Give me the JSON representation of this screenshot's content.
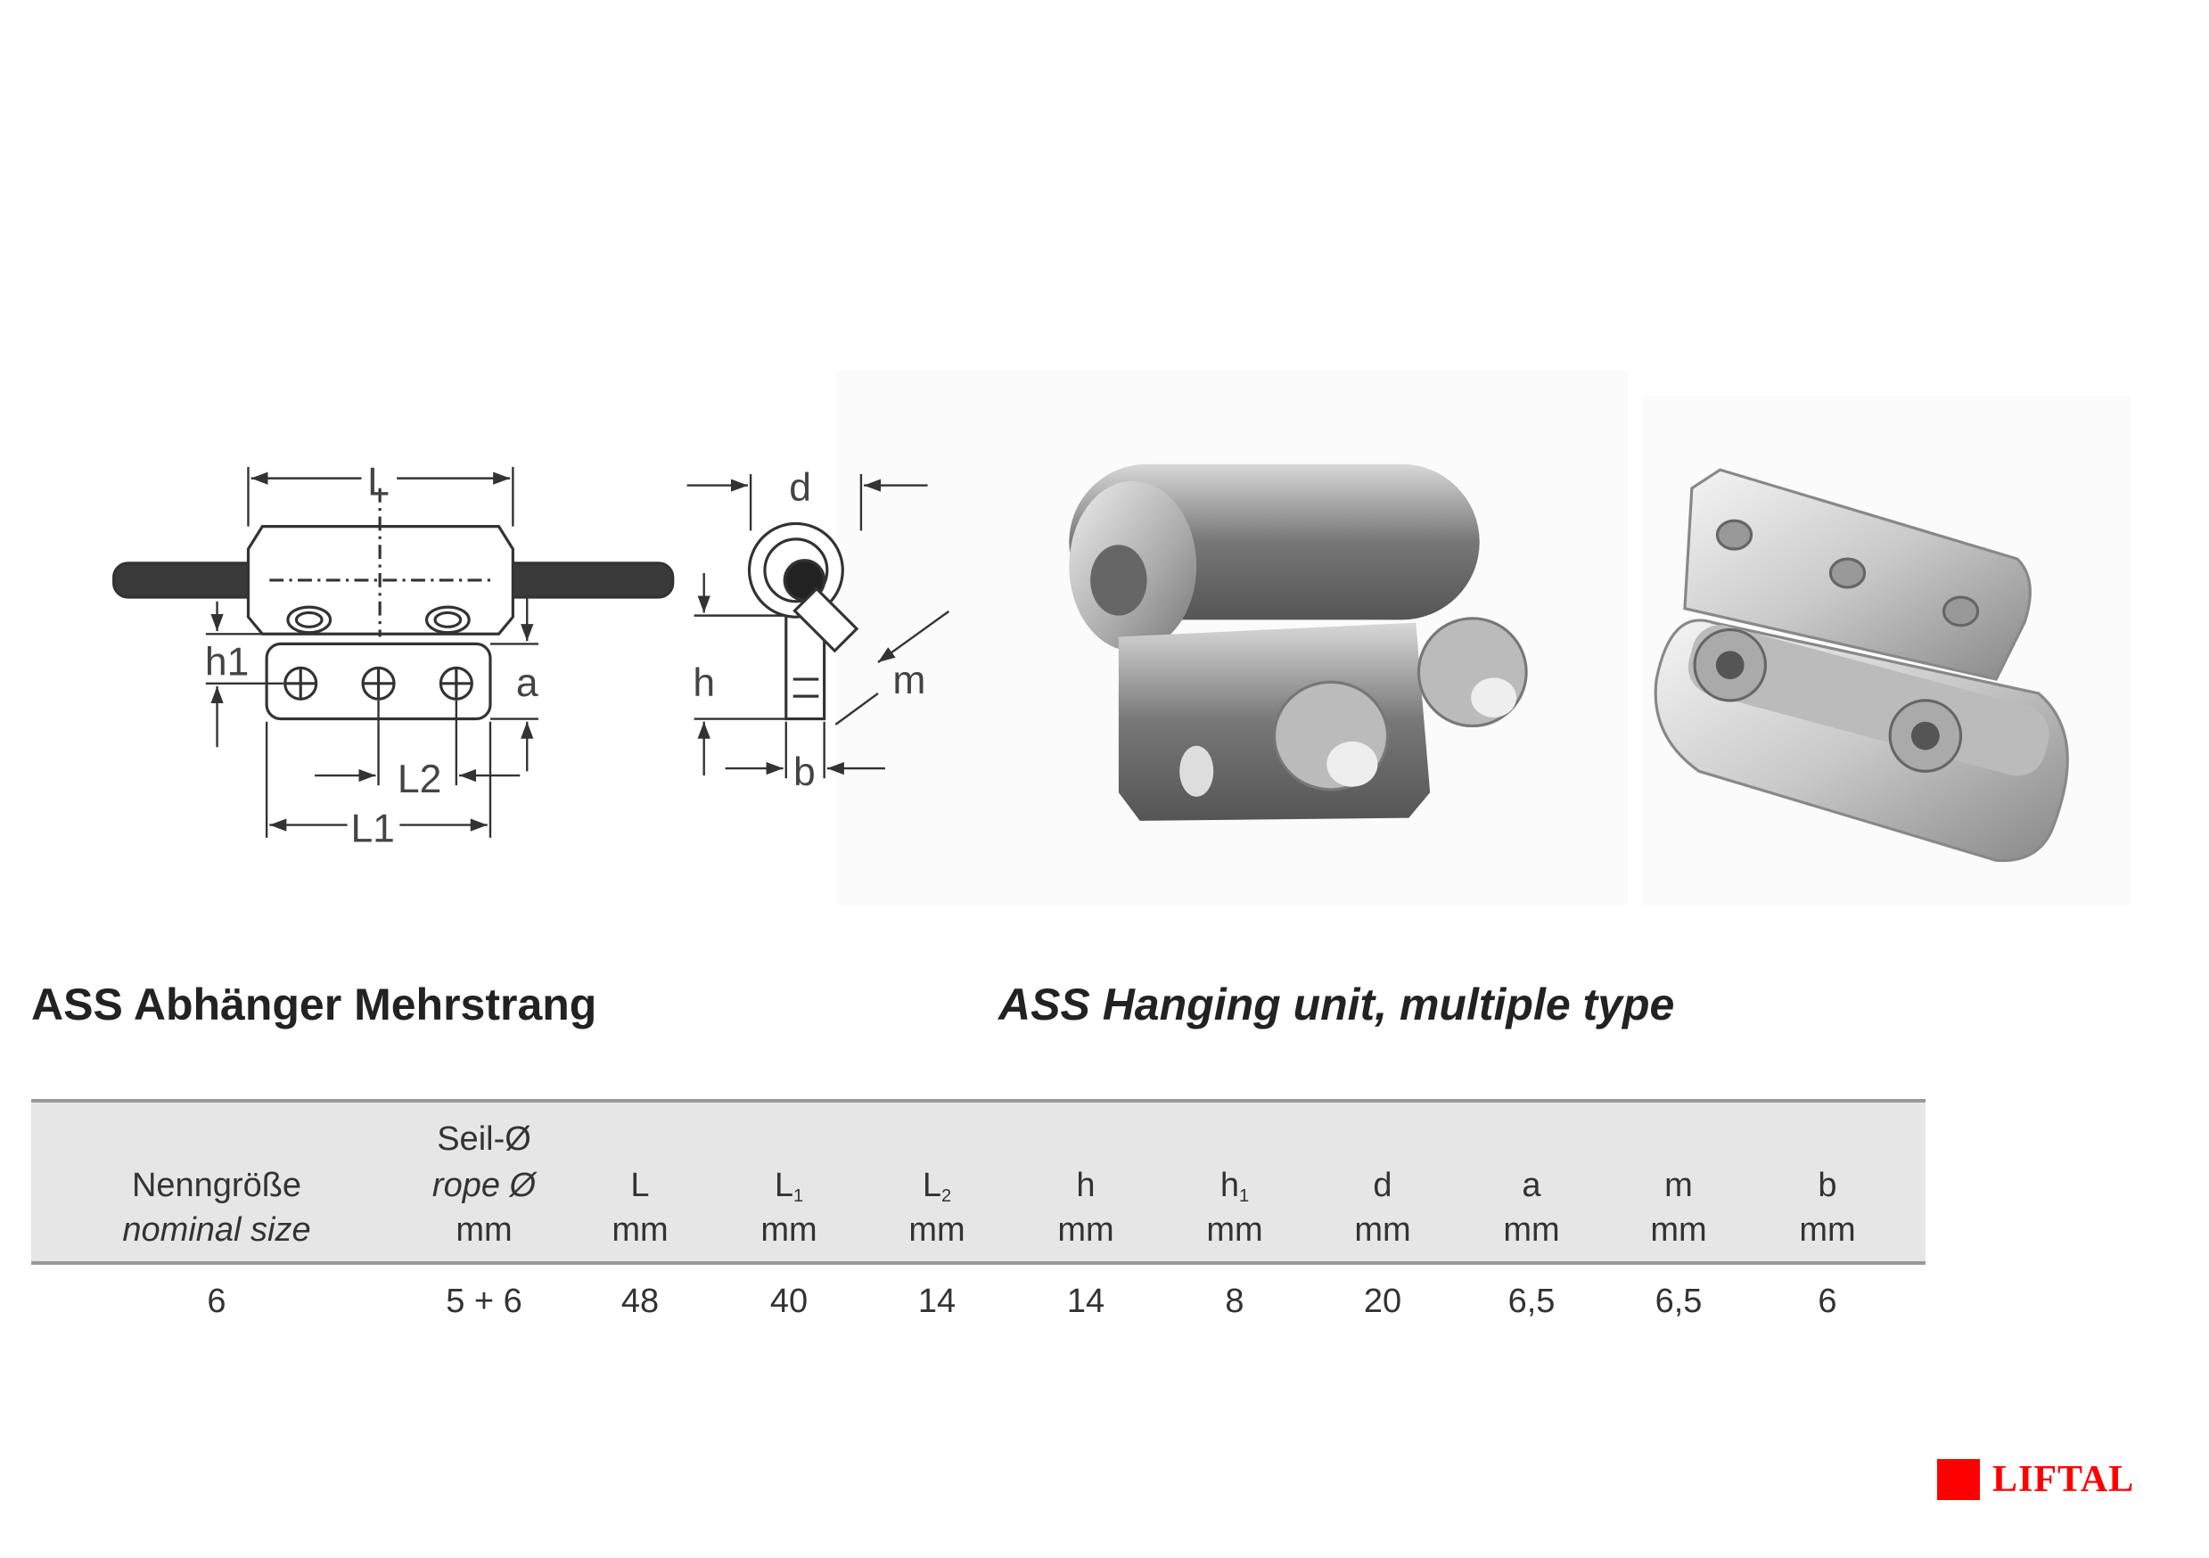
{
  "drawing_labels": {
    "L": "L",
    "L1": "L1",
    "L2": "L2",
    "h1": "h1",
    "a": "a",
    "d": "d",
    "h": "h",
    "m": "m",
    "b": "b"
  },
  "title_de": "ASS Abhänger Mehrstrang",
  "title_en": "ASS Hanging unit, multiple type",
  "table": {
    "headers": [
      {
        "line1": "",
        "line2": "Nenngröße",
        "line3": "nominal size"
      },
      {
        "line1": "Seil-Ø",
        "line2": "rope Ø",
        "line3": "mm"
      },
      {
        "line1": "",
        "line2": "L",
        "sub": "",
        "line3": "mm"
      },
      {
        "line1": "",
        "line2": "L",
        "sub": "1",
        "line3": "mm"
      },
      {
        "line1": "",
        "line2": "L",
        "sub": "2",
        "line3": "mm"
      },
      {
        "line1": "",
        "line2": "h",
        "sub": "",
        "line3": "mm"
      },
      {
        "line1": "",
        "line2": "h",
        "sub": "1",
        "line3": "mm"
      },
      {
        "line1": "",
        "line2": "d",
        "sub": "",
        "line3": "mm"
      },
      {
        "line1": "",
        "line2": "a",
        "sub": "",
        "line3": "mm"
      },
      {
        "line1": "",
        "line2": "m",
        "sub": "",
        "line3": "mm"
      },
      {
        "line1": "",
        "line2": "b",
        "sub": "",
        "line3": "mm"
      }
    ],
    "rows": [
      [
        "6",
        "5 + 6",
        "48",
        "40",
        "14",
        "14",
        "8",
        "20",
        "6,5",
        "6,5",
        "6"
      ]
    ]
  },
  "logo": {
    "text": "LIFTAL",
    "color": "#ff0000"
  }
}
